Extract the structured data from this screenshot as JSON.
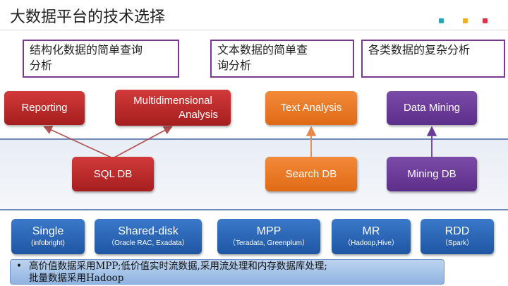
{
  "slide": {
    "title": "大数据平台的技术选择",
    "accent_dots": [
      "#27a7b5",
      "#f2b01e",
      "#e0334a"
    ]
  },
  "categories": [
    {
      "line1": "结构化数据的简单查询",
      "line2": "分析"
    },
    {
      "line1": "文本数据的简单查",
      "line2": "询分析"
    },
    {
      "line1": "各类数据的复杂分析",
      "line2": ""
    }
  ],
  "analysis": {
    "reporting": "Reporting",
    "multidimensional_line1": "Multidimensional",
    "multidimensional_line2": "Analysis",
    "text_analysis": "Text Analysis",
    "data_mining": "Data Mining"
  },
  "databases": {
    "sql": "SQL DB",
    "search": "Search DB",
    "mining": "Mining DB"
  },
  "platforms": [
    {
      "name": "Single",
      "detail": "(infobright)"
    },
    {
      "name": "Shared-disk",
      "detail": "（Oracle RAC, Exadata）"
    },
    {
      "name": "MPP",
      "detail": "（Teradata, Greenplum）"
    },
    {
      "name": "MR",
      "detail": "（Hadoop,Hive）"
    },
    {
      "name": "RDD",
      "detail": "（Spark）"
    }
  ],
  "note": {
    "bullet": "•",
    "line1": "高价值数据采用MPP;低价值实时流数据,采用流处理和内存数据库处理;",
    "line2": "批量数据采用Hadoop"
  },
  "colors": {
    "red": "#b82828",
    "orange": "#ef7a23",
    "purple": "#6a3c97",
    "blue": "#2a66b8",
    "box_border": "#7a3a8f"
  }
}
